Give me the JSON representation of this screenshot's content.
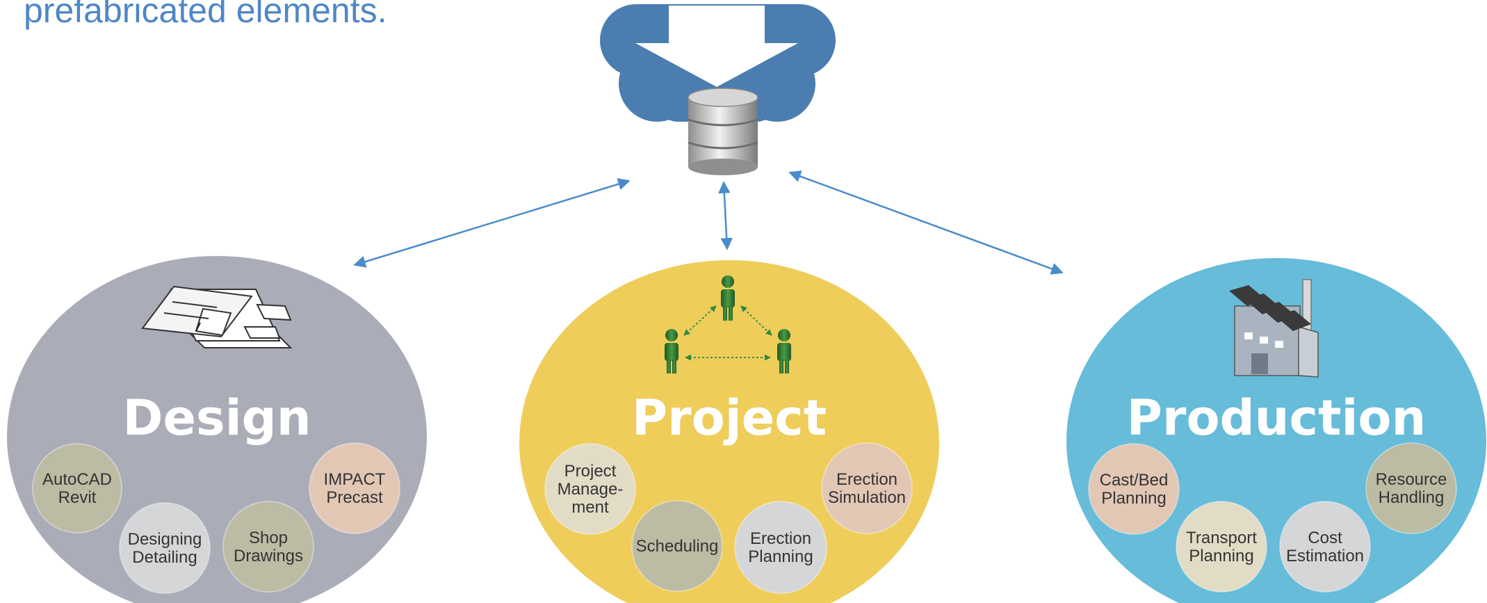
{
  "headline": "prefabricated elements.",
  "colors": {
    "cloud": "#4b7db0",
    "arrow": "#4a8bc9",
    "design": "#aaadb8",
    "project": "#eecd5b",
    "production": "#66bcd9",
    "bubble_olive": "#bcbba3",
    "bubble_light": "#d5d6d8",
    "bubble_peach": "#e3c7b5",
    "bubble_cream": "#e2dcc6",
    "people_green": "#3c7a3a"
  },
  "icons": {
    "central": "cloud-database-icon",
    "design": "floor-plan-icon",
    "project": "team-network-icon",
    "production": "factory-icon"
  },
  "design": {
    "title": "Design",
    "bubbles": [
      {
        "lines": [
          "AutoCAD",
          "Revit"
        ]
      },
      {
        "lines": [
          "Designing",
          "Detailing"
        ]
      },
      {
        "lines": [
          "Shop",
          "Drawings"
        ]
      },
      {
        "lines": [
          "IMPACT",
          "Precast"
        ]
      }
    ]
  },
  "project": {
    "title": "Project",
    "bubbles": [
      {
        "lines": [
          "Project",
          "Manage-",
          "ment"
        ]
      },
      {
        "lines": [
          "Scheduling"
        ]
      },
      {
        "lines": [
          "Erection",
          "Planning"
        ]
      },
      {
        "lines": [
          "Erection",
          "Simulation"
        ]
      }
    ]
  },
  "production": {
    "title": "Production",
    "bubbles": [
      {
        "lines": [
          "Cast/Bed",
          "Planning"
        ]
      },
      {
        "lines": [
          "Transport",
          "Planning"
        ]
      },
      {
        "lines": [
          "Cost",
          "Estimation"
        ]
      },
      {
        "lines": [
          "Resource",
          "Handling"
        ]
      }
    ]
  }
}
